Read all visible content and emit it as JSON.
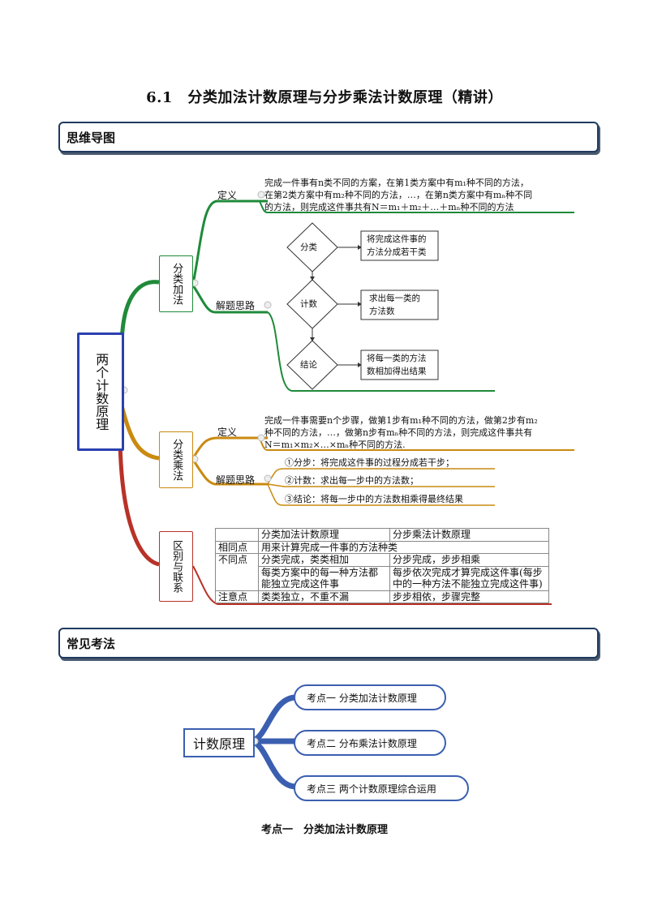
{
  "title": "6.1　分类加法计数原理与分步乘法计数原理（精讲）",
  "sections": {
    "mindmap": "思维导图",
    "exam_points": "常见考法"
  },
  "mindmap": {
    "root": "两个计数原理",
    "add": {
      "label": "分类加法",
      "def_label": "定义",
      "def_text": [
        "完成一件事有n类不同的方案，在第1类方案中有m₁种不同的方法，",
        "在第2类方案中有m₂种不同的方法，…，在第n类方案中有mₙ种不同",
        "的方法，则完成这件事共有N＝m₁＋m₂＋…＋mₙ种不同的方法"
      ],
      "idea_label": "解题思路",
      "flow": [
        {
          "step": "分类",
          "desc": [
            "将完成这件事的",
            "方法分成若干类"
          ]
        },
        {
          "step": "计数",
          "desc": [
            "求出每一类的",
            "方法数"
          ]
        },
        {
          "step": "结论",
          "desc": [
            "将每一类的方法",
            "数相加得出结果"
          ]
        }
      ]
    },
    "mul": {
      "label": "分类乘法",
      "def_label": "定义",
      "def_text": [
        "完成一件事需要n个步骤，做第1步有m₁种不同的方法，做第2步有m₂",
        "种不同的方法，…，做第n步有mₙ种不同的方法，则完成这件事共有",
        "N＝m₁×m₂×…×mₙ种不同的方法."
      ],
      "idea_label": "解题思路",
      "steps": [
        "①分步：将完成这件事的过程分成若干步；",
        "②计数：求出每一步中的方法数；",
        "③结论：将每一步中的方法数相乘得最终结果"
      ]
    },
    "diff": {
      "label": "区别与联系",
      "table": {
        "header": [
          "",
          "分类加法计数原理",
          "分步乘法计数原理"
        ],
        "same_label": "相同点",
        "same_text": "用来计算完成一件事的方法种类",
        "diff_label": "不同点",
        "diff_rows": [
          [
            "分类完成，类类相加",
            "分步完成，步步相乘"
          ],
          [
            "每类方案中的每一种方法都能独立完成这件事",
            "每步依次完成才算完成这件事(每步中的一种方法不能独立完成这件事)"
          ]
        ],
        "note_label": "注意点",
        "note_row": [
          "类类独立，不重不漏",
          "步步相依，步骤完整"
        ]
      }
    }
  },
  "exam_map": {
    "root": "计数原理",
    "points": [
      "考点一  分类加法计数原理",
      "考点二  分布乘法计数原理",
      "考点三  两个计数原理综合运用"
    ]
  },
  "subsection_title": "考点一　分类加法计数原理",
  "colors": {
    "green": "#1f8a3a",
    "orange": "#c98a10",
    "red": "#b83228",
    "blue": "#2a40b0",
    "navy": "#1f3a5f"
  }
}
